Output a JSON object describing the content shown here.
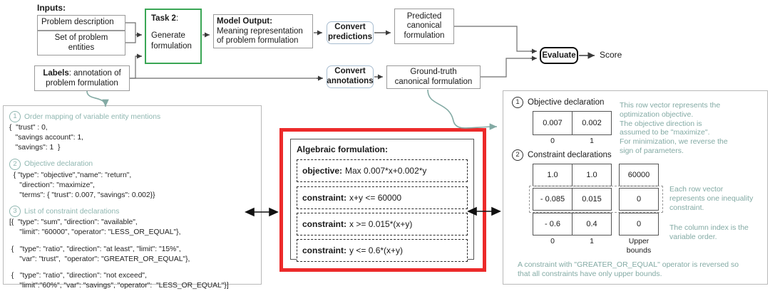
{
  "flow": {
    "inputs_label": "Inputs:",
    "problem_description": "Problem description",
    "set_of_problem_entities": "Set of problem\nentities",
    "labels_bold": "Labels",
    "labels_rest": ": annotation of",
    "labels_line2": "problem formulation",
    "task_bold": "Task 2",
    "task_colon": ":",
    "task_body": "Generate\nformulation",
    "model_output_bold": "Model Output:",
    "model_output_line1": "Meaning   representation",
    "model_output_line2": "of problem formulation",
    "convert_predictions": "Convert\npredictions",
    "convert_annotations": "Convert\nannotations",
    "predicted_canonical": "Predicted\ncanonical\nformulation",
    "ground_truth_canonical": "Ground-truth\ncanonical formulation",
    "evaluate": "Evaluate",
    "score": "Score"
  },
  "left_panel": {
    "section1": {
      "num": "1",
      "title": "Order mapping of variable entity mentions",
      "lines": [
        "{  \"trust\" : 0,",
        "   \"savings account\": 1,",
        "   \"savings\": 1  }"
      ]
    },
    "section2": {
      "num": "2",
      "title": "Objective declaration",
      "lines": [
        "  { \"type\": \"objective\",\"name\": \"return\",",
        "     \"direction\": \"maximize\",",
        "     \"terms\": { \"trust\": 0.007, \"savings\": 0.002}}"
      ]
    },
    "section3": {
      "num": "3",
      "title": "List of constraint declarations",
      "groups": [
        [
          "[{  \"type\": \"sum\", \"direction\": \"available\",",
          "     \"limit\": \"60000\", \"operator\": \"LESS_OR_EQUAL\"},"
        ],
        [
          " {   \"type\": \"ratio\", \"direction\": \"at least\", \"limit\": \"15%\",",
          "     \"var\": \"trust\",  \"operator\": \"GREATER_OR_EQUAL\"},"
        ],
        [
          " {   \"type\": \"ratio\", \"direction\": \"not exceed\",",
          "     \"limit\":\"60%\", \"var\": \"savings\", \"operator\":  \"LESS_OR_EQUAL\"}]"
        ]
      ]
    }
  },
  "center_panel": {
    "title": "Algebraic formulation:",
    "rows": [
      {
        "label": "objective:",
        "expr": "Max 0.007*x+0.002*y"
      },
      {
        "label": "constraint:",
        "expr": "x+y <= 60000"
      },
      {
        "label": "constraint:",
        "expr": "x >= 0.015*(x+y)"
      },
      {
        "label": "constraint:",
        "expr": "y <= 0.6*(x+y)"
      }
    ]
  },
  "right_panel": {
    "section1": {
      "num": "1",
      "title": "Objective declaration",
      "cells": [
        "0.007",
        "0.002"
      ],
      "col_labels": [
        "0",
        "1"
      ],
      "note": "This row vector represents the\noptimization objective.\nThe objective direction is\nassumed to be \"maximize\".\nFor minimization, we reverse the\nsign of parameters."
    },
    "section2": {
      "num": "2",
      "title": "Constraint declarations",
      "matrix": [
        [
          "1.0",
          "1.0"
        ],
        [
          "- 0.085",
          "0.015"
        ],
        [
          "- 0.6",
          "0.4"
        ]
      ],
      "bounds": [
        "60000",
        "0",
        "0"
      ],
      "col_labels": [
        "0",
        "1"
      ],
      "bounds_label": "Upper\nbounds",
      "note1": "Each row vector\nrepresents one inequality\nconstraint.",
      "note2": "The column index is the\nvariable order.",
      "footer": "A constraint with \"GREATER_OR_EQUAL\" operator is reversed so\nthat all constraints have only upper bounds."
    }
  },
  "colors": {
    "task_green": "#3aa655",
    "red_frame": "#ec2a2a",
    "teal": "#83aaa4",
    "rounded_border": "#a8bdd0"
  }
}
